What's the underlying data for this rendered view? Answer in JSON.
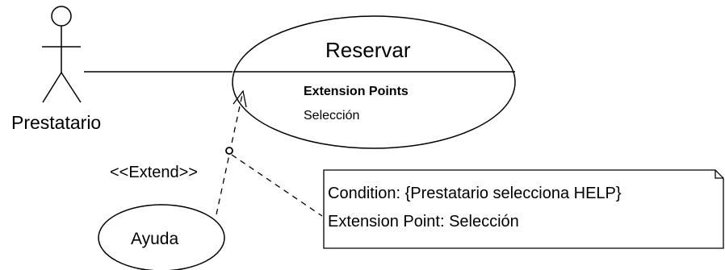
{
  "actor": {
    "name": "Prestatario"
  },
  "use_cases": {
    "main": {
      "name": "Reservar",
      "extension_points_title": "Extension Points",
      "extension_point": "Selección"
    },
    "help": {
      "name": "Ayuda"
    }
  },
  "relationship": {
    "label": "<<Extend>>"
  },
  "note": {
    "condition": "Condition: {Prestatario selecciona HELP}",
    "extension_point": "Extension Point: Selección"
  },
  "colors": {
    "stroke": "#000000",
    "background": "#ffffff"
  }
}
